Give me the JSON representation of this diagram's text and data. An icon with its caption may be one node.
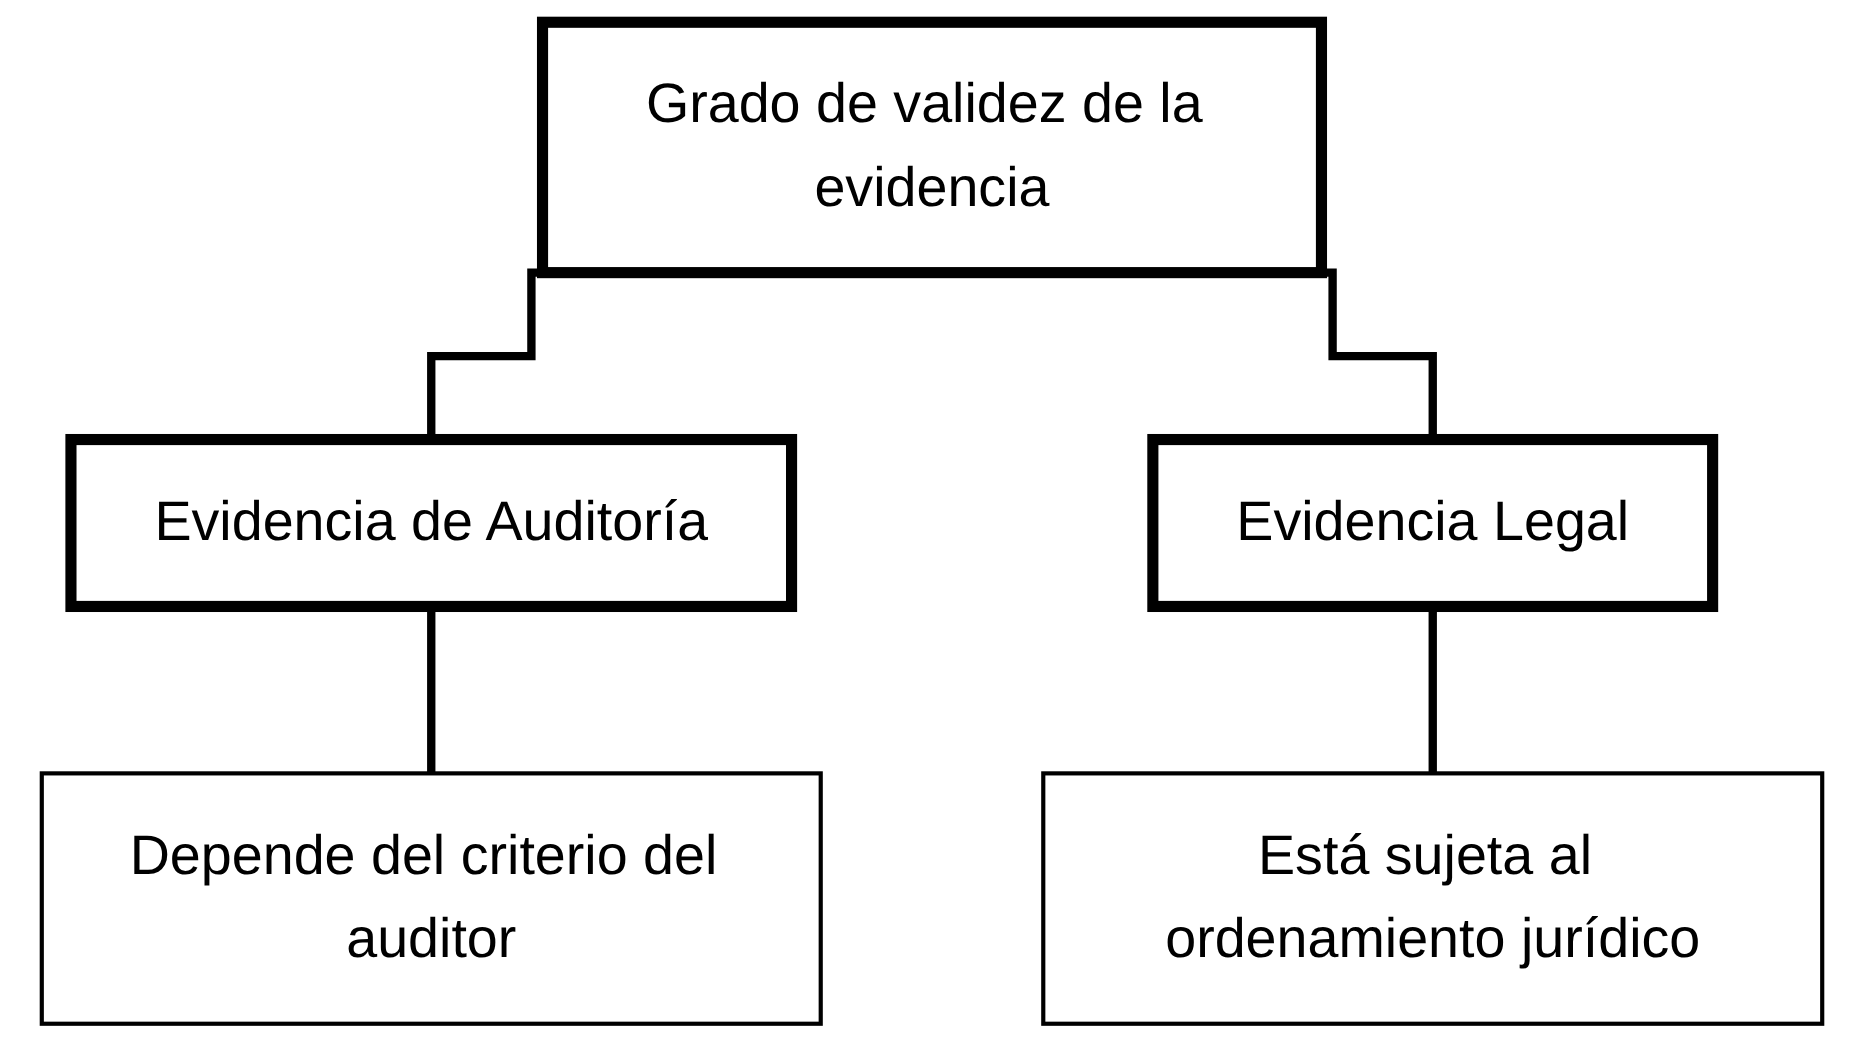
{
  "diagram": {
    "nodes": [
      {
        "text": [
          "Grado de validez de la evidencia"
        ]
      },
      {
        "text": [
          "Evidencia de Auditoría"
        ]
      },
      {
        "text": [
          "Evidencia Legal"
        ]
      },
      {
        "text": [
          "Depende del criterio del auditor"
        ]
      },
      {
        "text": [
          "Está sujeta al ordenamiento jurídico"
        ]
      }
    ],
    "edges": [
      {
        "from": 0,
        "to": 1,
        "arrow": "none"
      },
      {
        "from": 0,
        "to": 2,
        "arrow": "none"
      },
      {
        "from": 1,
        "to": 3,
        "arrow": "none"
      },
      {
        "from": 2,
        "to": 4,
        "arrow": "none"
      }
    ]
  }
}
